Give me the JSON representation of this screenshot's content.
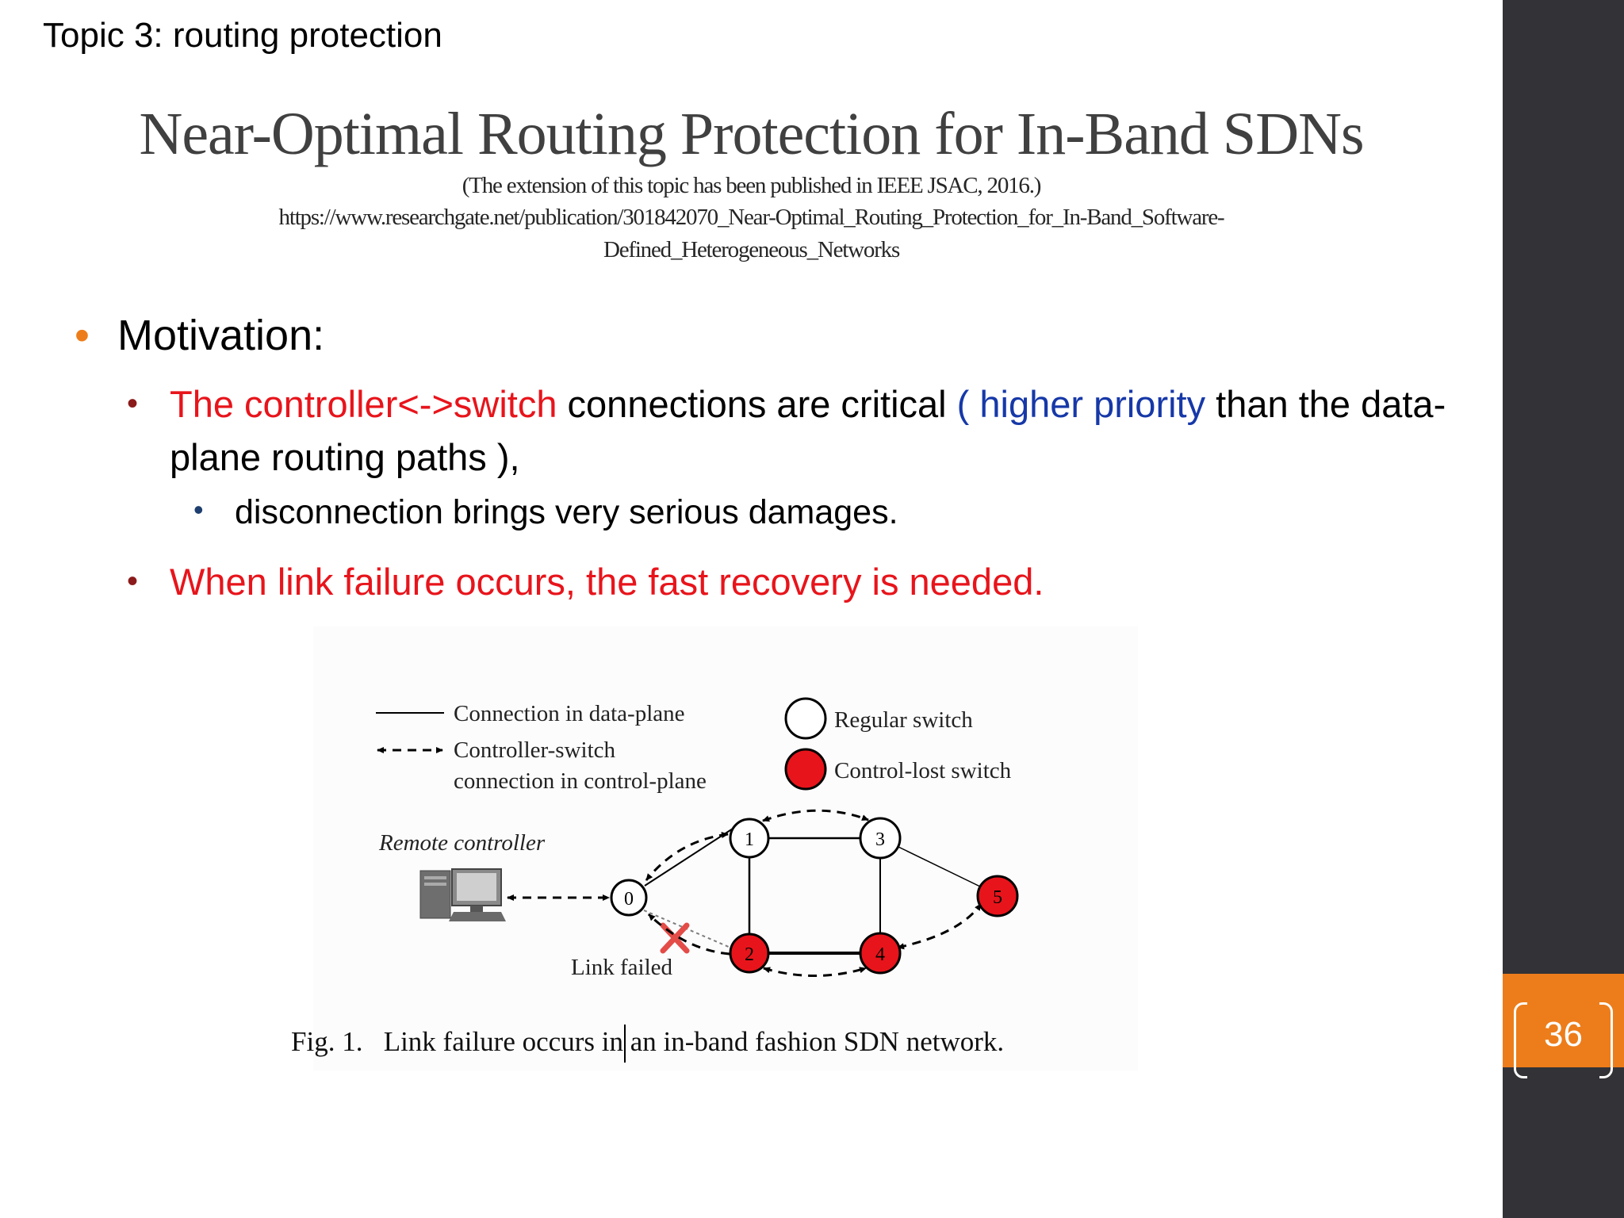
{
  "header": {
    "topic": "Topic 3:  routing protection"
  },
  "title": "Near-Optimal Routing Protection for In-Band SDNs",
  "subtitle": {
    "note": "(The extension of this topic has been published in IEEE JSAC, 2016.)",
    "url_line1": "https://www.researchgate.net/publication/301842070_Near-Optimal_Routing_Protection_for_In-Band_Software-",
    "url_line2": "Defined_Heterogeneous_Networks"
  },
  "bullets": {
    "motivation": "Motivation:",
    "b1": {
      "red": "The controller<->switch",
      "mid": " connections are critical ",
      "blue": "( higher priority",
      "rest": " than the data-plane routing paths ),"
    },
    "b1_sub": "disconnection brings very serious damages.",
    "b2": "When link failure occurs, the fast recovery is needed."
  },
  "figure": {
    "legend": {
      "data_plane": "Connection in data-plane",
      "ctrl_line1": "Controller-switch",
      "ctrl_line2": "connection in control-plane",
      "regular": "Regular switch",
      "lost": "Control-lost switch"
    },
    "remote_controller": "Remote controller",
    "link_failed": "Link failed",
    "nodes": [
      "0",
      "1",
      "2",
      "3",
      "4",
      "5"
    ],
    "caption": "Fig. 1.   Link failure occurs in an in-band fashion SDN network.",
    "colors": {
      "regular": "#ffffff",
      "lost": "#e8141b"
    }
  },
  "page_number": "36",
  "colors": {
    "accent": "#ed7d1a",
    "sidebar": "#333236",
    "red_text": "#e8141b",
    "blue_text": "#1638a8"
  }
}
